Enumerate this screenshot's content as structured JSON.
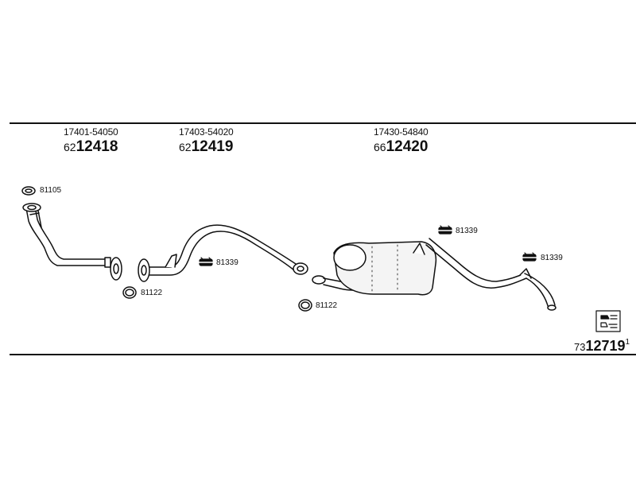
{
  "parts": [
    {
      "part_no": "17401-54050",
      "ref_prefix": "62",
      "ref_main": "12418"
    },
    {
      "part_no": "17403-54020",
      "ref_prefix": "62",
      "ref_main": "12419"
    },
    {
      "part_no": "17430-54840",
      "ref_prefix": "66",
      "ref_main": "12420"
    }
  ],
  "callouts": {
    "gasket_front": "81105",
    "gasket_mid_a": "81122",
    "gasket_mid_b": "81122",
    "hanger_a": "81339",
    "hanger_b": "81339",
    "hanger_c": "81339"
  },
  "catalog_ref": {
    "prefix": "73",
    "main": "12719",
    "suffix": "1"
  },
  "icons": [
    "gasket-ring-icon",
    "rubber-hanger-icon",
    "vehicle-diagram-icon"
  ],
  "colors": {
    "ink": "#111111",
    "paper": "#ffffff",
    "fill": "#f4f4f4"
  }
}
